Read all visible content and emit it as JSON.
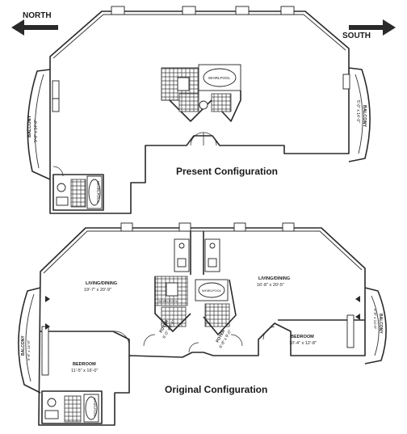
{
  "compass": {
    "north": "NORTH",
    "south": "SOUTH"
  },
  "present": {
    "caption": "Present Configuration",
    "balcony_left": {
      "title": "BALCONY",
      "dim": "5'-0\" x 14'-0\""
    },
    "balcony_right": {
      "title": "BALCONY",
      "dim": "5'-0\" x 14'-0\""
    },
    "whirlpool": "WHIRLPOOL",
    "whirlpool_lower": "WHIRLPOOL"
  },
  "original": {
    "caption": "Original Configuration",
    "living_left": {
      "title": "LIVING/DINING",
      "dim": "19'-7\" x 20'-9\""
    },
    "living_right": {
      "title": "LIVING/DINING",
      "dim": "16'-8\" x 20'-5\""
    },
    "bedroom_left": {
      "title": "BEDROOM",
      "dim": "11'-5\" x 16'-0\""
    },
    "bedroom_right": {
      "title": "BEDROOM",
      "dim": "10'-4\" x 12'-8\""
    },
    "foyer_left": {
      "title": "FOYER",
      "dim": "6'-0\" x 8'-6\""
    },
    "foyer_right": {
      "title": "FOYER",
      "dim": "6'-8\" x 9'-0\""
    },
    "balcony_left": {
      "title": "BALCONY",
      "dim": "5'-0\" x 14'-0\""
    },
    "balcony_right": {
      "title": "BALCONY",
      "dim": "5'-0\" x 14'-0\""
    },
    "whirlpool_a": "WHIRLPOOL",
    "whirlpool_b": "WHIRLPOOL",
    "whirlpool_c": "WHIRLPOOL"
  }
}
